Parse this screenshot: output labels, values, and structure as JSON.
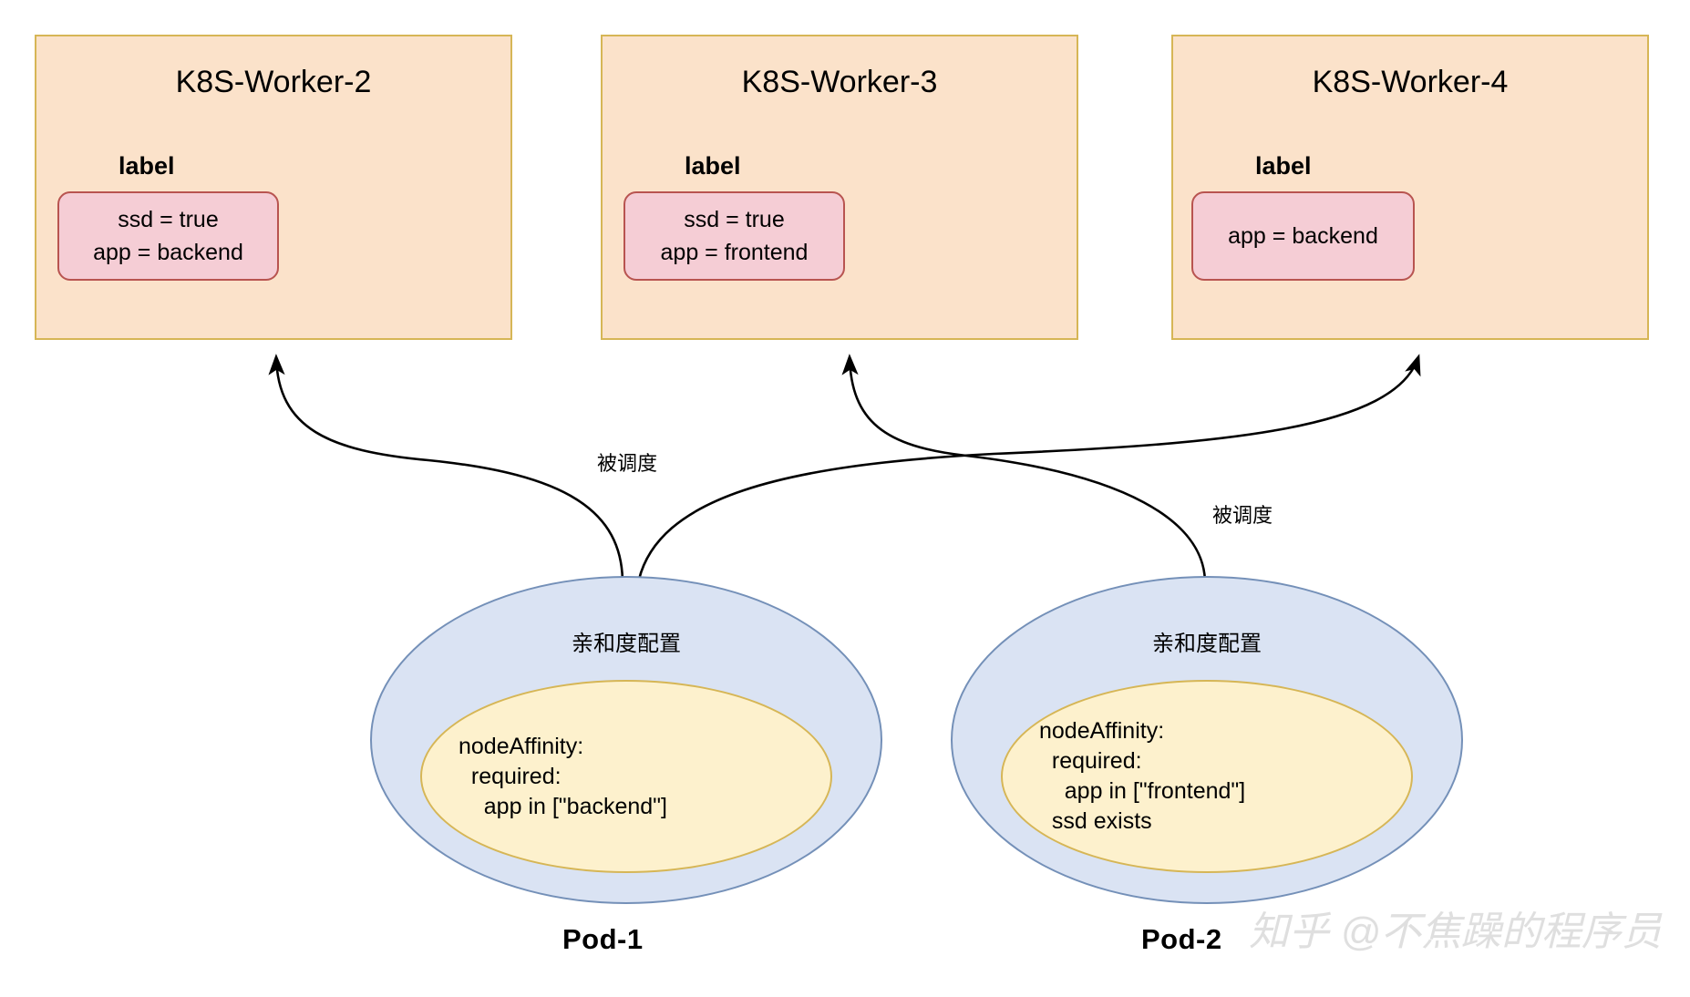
{
  "diagram": {
    "title": "Kubernetes nodeAffinity scheduling diagram",
    "colors": {
      "node_fill": "#fbe2ca",
      "node_stroke": "#d6b656",
      "label_fill": "#f5cdd5",
      "label_stroke": "#b85450",
      "pod_fill": "#dae3f3",
      "pod_stroke": "#7490b8",
      "affinity_fill": "#fdf1cd",
      "affinity_stroke": "#d6b656",
      "edge_stroke": "#000000",
      "watermark": "#dfdfdf"
    }
  },
  "nodes": [
    {
      "name": "K8S-Worker-2",
      "label_heading": "label",
      "labels": [
        "ssd = true",
        "app = backend"
      ]
    },
    {
      "name": "K8S-Worker-3",
      "label_heading": "label",
      "labels": [
        "ssd = true",
        "app = frontend"
      ]
    },
    {
      "name": "K8S-Worker-4",
      "label_heading": "label",
      "labels": [
        "app = backend"
      ]
    }
  ],
  "pods": [
    {
      "name": "Pod-1",
      "affinity_title": "亲和度配置",
      "affinity_lines": [
        "nodeAffinity:",
        "  required:",
        "    app in [\"backend\"]"
      ]
    },
    {
      "name": "Pod-2",
      "affinity_title": "亲和度配置",
      "affinity_lines": [
        "nodeAffinity:",
        "  required:",
        "    app in [\"frontend\"]",
        "  ssd exists"
      ]
    }
  ],
  "edges": [
    {
      "label": "被调度",
      "from": "Pod-1",
      "to": "K8S-Worker-2"
    },
    {
      "label": "",
      "from": "Pod-1",
      "to": "K8S-Worker-4"
    },
    {
      "label": "被调度",
      "from": "Pod-2",
      "to": "K8S-Worker-3"
    }
  ],
  "edge_labels": [
    "被调度",
    "被调度"
  ],
  "watermark": "知乎 @不焦躁的程序员"
}
